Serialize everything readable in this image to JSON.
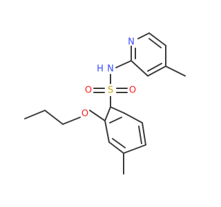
{
  "molecule": {
    "atoms": {
      "nitrogen_amide": "N",
      "hydrogen_amide": "H",
      "sulfur": "S",
      "oxygen_upper": "O",
      "oxygen_lower": "O",
      "oxygen_ether": "O",
      "nitrogen_pyridine": "N"
    }
  },
  "colors": {
    "bond": "#3a3a3a",
    "nitrogen": "#3b4cff",
    "oxygen": "#ff1f1f",
    "sulfur": "#c9a400",
    "background": "#ffffff"
  }
}
